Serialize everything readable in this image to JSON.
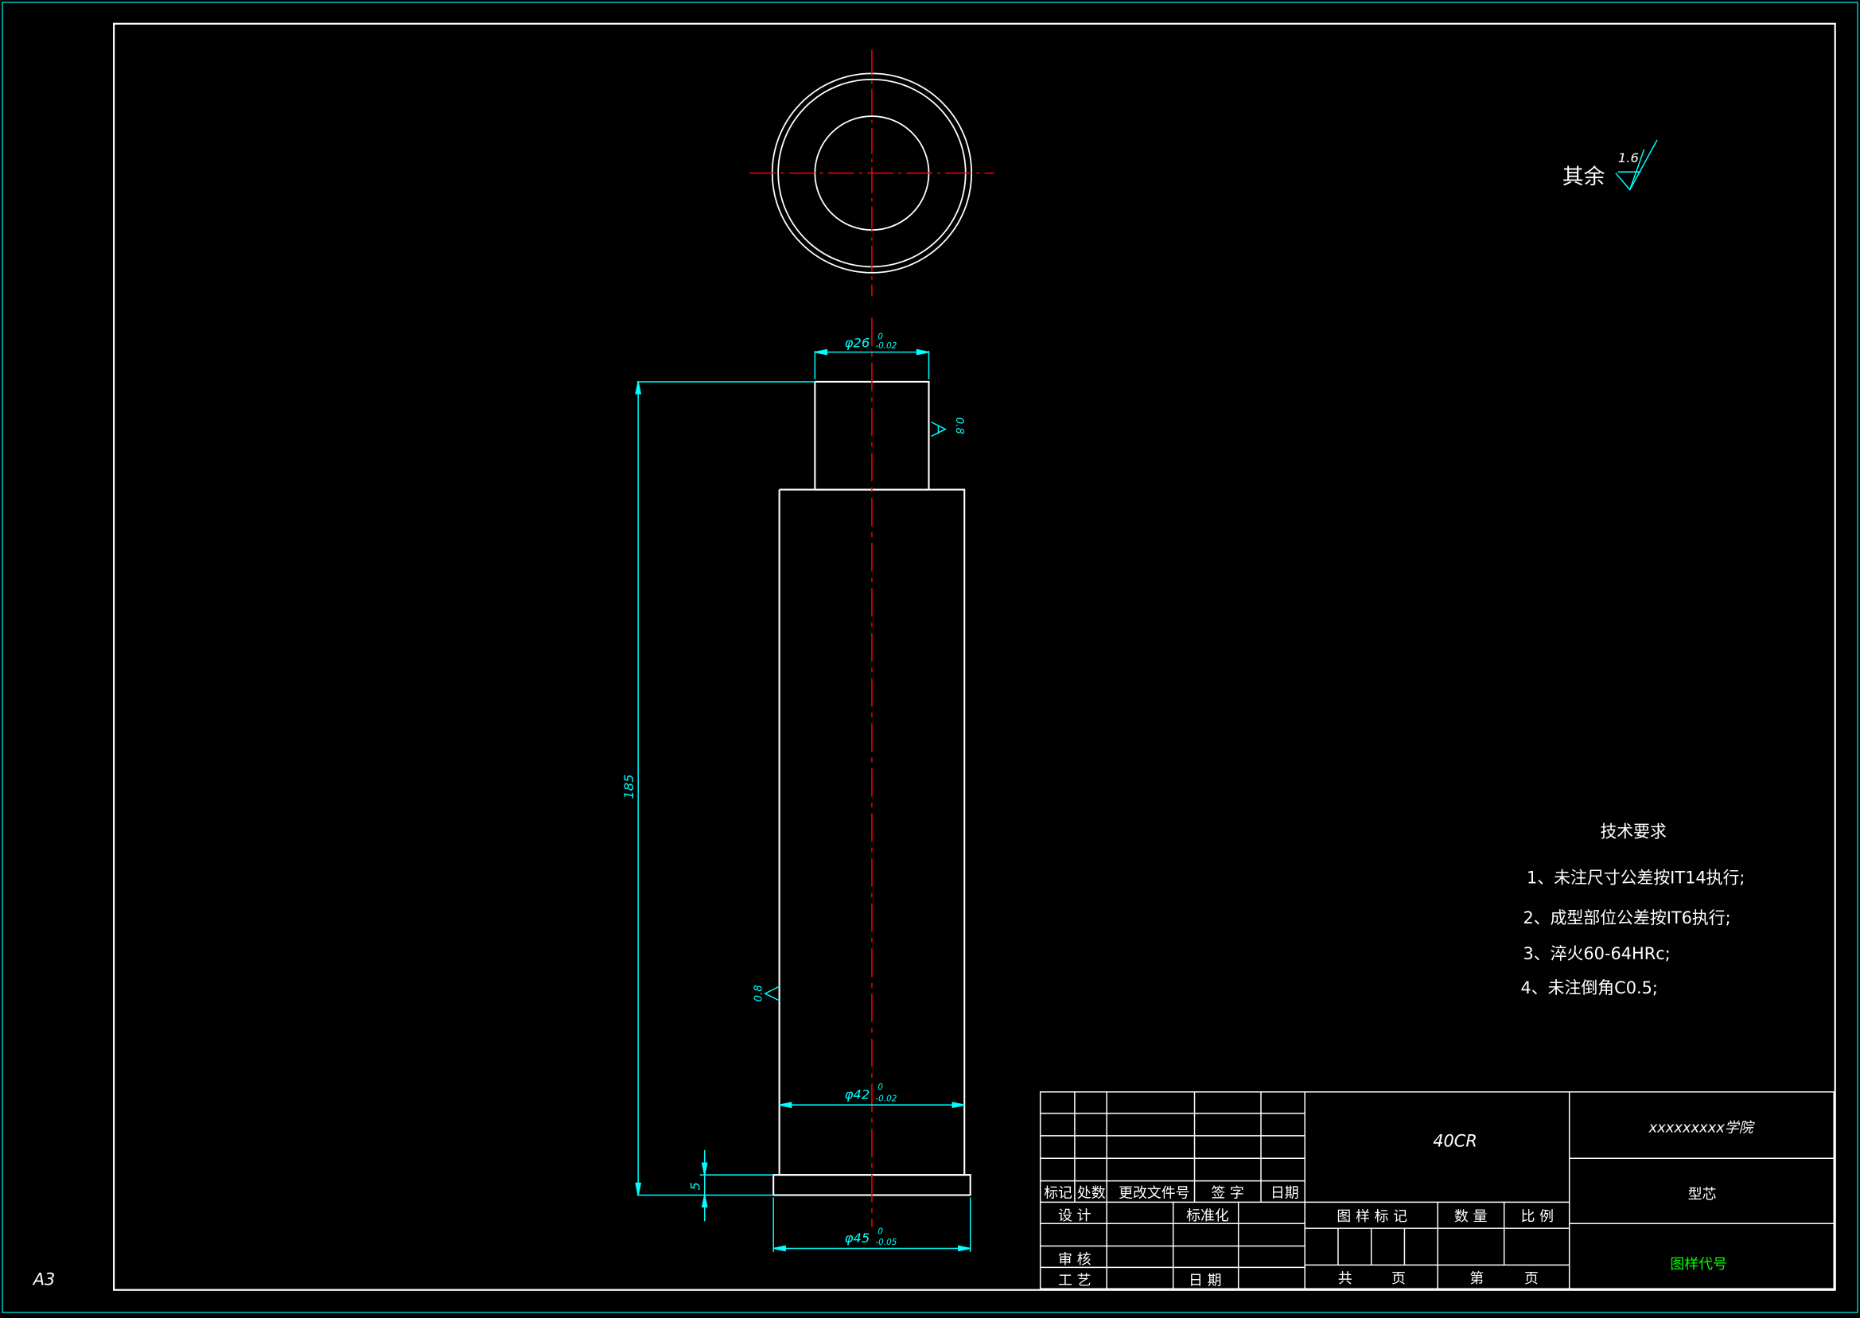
{
  "sheet_size": "A3",
  "colors": {
    "background": "#000000",
    "line": "#ffffff",
    "dimension": "#00ffff",
    "centerline": "#ff0000",
    "frame": "#00c8c8",
    "code_text": "#00ff00"
  },
  "roughness": {
    "general_label": "其余",
    "general_value": "1.6",
    "top_face": "0.8",
    "body_face": "0.8"
  },
  "dimensions": {
    "d_top": "φ26",
    "d_top_upper": "0",
    "d_top_lower": "-0.02",
    "d_body": "φ42",
    "d_body_upper": "0",
    "d_body_lower": "-0.02",
    "d_base": "φ45",
    "d_base_upper": "0",
    "d_base_lower": "-0.05",
    "length": "185",
    "flange_height": "5"
  },
  "tech_requirements": {
    "title": "技术要求",
    "items": [
      "1、未注尺寸公差按IT14执行;",
      "2、成型部位公差按IT6执行;",
      "3、淬火60-64HRc;",
      "4、未注倒角C0.5;"
    ]
  },
  "title_block": {
    "material": "40CR",
    "school": "xxxxxxxxx学院",
    "part_name": "型芯",
    "drawing_code": "图样代号",
    "rev_headers": [
      "标记",
      "处数",
      "更改文件号",
      "签 字",
      "日期"
    ],
    "design": "设 计",
    "standardization": "标准化",
    "review": "审 核",
    "process": "工 艺",
    "date": "日 期",
    "drawing_mark": "图 样 标 记",
    "quantity": "数 量",
    "scale": "比 例",
    "total": "共",
    "page": "页",
    "sheet_no": "第",
    "page2": "页"
  }
}
